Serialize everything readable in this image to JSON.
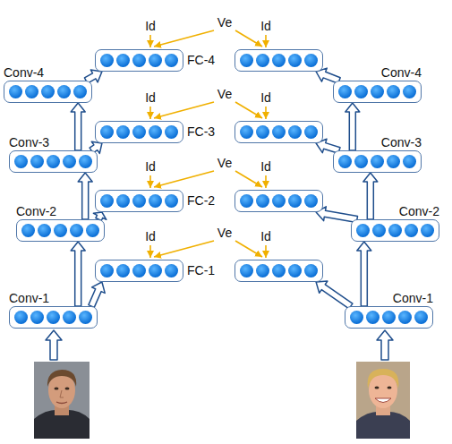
{
  "diagram": {
    "nodes": [
      {
        "text": [
          "Id"
        ]
      },
      {
        "text": [
          "Id"
        ]
      },
      {
        "text": [
          "Conv-4"
        ]
      },
      {
        "text": [
          "Conv-4"
        ]
      },
      {
        "text": [
          "Id"
        ]
      },
      {
        "text": [
          "Id"
        ]
      },
      {
        "text": [
          "Conv-3"
        ]
      },
      {
        "text": [
          "Conv-3"
        ]
      },
      {
        "text": [
          "Id"
        ]
      },
      {
        "text": [
          "Id"
        ]
      },
      {
        "text": [
          "Conv-2"
        ]
      },
      {
        "text": [
          "Conv-2"
        ]
      },
      {
        "text": [
          "Id"
        ]
      },
      {
        "text": [
          "Id"
        ]
      },
      {
        "text": [
          "Conv-1"
        ]
      },
      {
        "text": [
          "Conv-1"
        ]
      }
    ],
    "edges": [
      {
        "from": 14,
        "to": 10,
        "arrow": "to"
      },
      {
        "from": 14,
        "to": 12,
        "arrow": "to"
      },
      {
        "from": 10,
        "to": 6,
        "arrow": "to"
      },
      {
        "from": 10,
        "to": 8,
        "arrow": "to"
      },
      {
        "from": 6,
        "to": 2,
        "arrow": "to"
      },
      {
        "from": 6,
        "to": 4,
        "arrow": "to"
      },
      {
        "from": 2,
        "to": 0,
        "arrow": "to"
      },
      {
        "from": 15,
        "to": 11,
        "arrow": "to"
      },
      {
        "from": 15,
        "to": 13,
        "arrow": "to"
      },
      {
        "from": 11,
        "to": 7,
        "arrow": "to"
      },
      {
        "from": 11,
        "to": 9,
        "arrow": "to"
      },
      {
        "from": 7,
        "to": 3,
        "arrow": "to"
      },
      {
        "from": 7,
        "to": 5,
        "arrow": "to"
      },
      {
        "from": 3,
        "to": 1,
        "arrow": "to"
      }
    ],
    "labels": [
      "Ve",
      "FC-4",
      "Ve",
      "FC-3",
      "Ve",
      "FC-2",
      "Ve",
      "FC-1"
    ]
  }
}
